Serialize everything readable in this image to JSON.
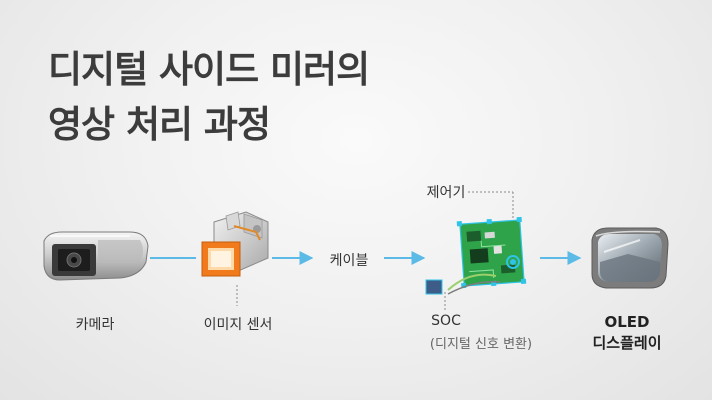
{
  "title": {
    "line1": "디지털 사이드 미러의",
    "line2": "영상 처리 과정"
  },
  "nodes": {
    "camera": {
      "label": "카메라",
      "icon": "camera-icon"
    },
    "image_sensor": {
      "label": "이미지 센서",
      "icon": "image-sensor-icon"
    },
    "cable": {
      "label": "케이블"
    },
    "controller": {
      "label": "제어기",
      "icon": "circuit-board-icon"
    },
    "soc": {
      "label": "SOC",
      "sublabel": "(디지털 신호 변환)"
    },
    "oled": {
      "label_line1": "OLED",
      "label_line2": "디스플레이",
      "icon": "oled-display-icon"
    }
  },
  "colors": {
    "arrow": "#5bbbe6",
    "sensor_orange": "#f07a1c",
    "board_green": "#2fa34a",
    "highlight_cyan": "#2ec4e8",
    "title": "#3c3c3c"
  }
}
